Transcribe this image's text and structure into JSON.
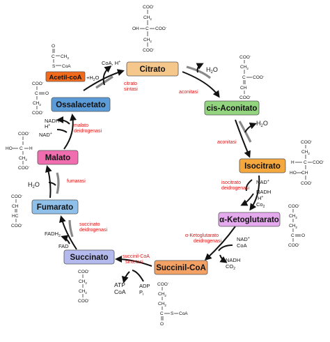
{
  "nodes": {
    "citrato": {
      "label": "Citrato",
      "color": "#f6c78a"
    },
    "cis_aconitato": {
      "label": "cis-Aconitato",
      "color": "#93d47f"
    },
    "isocitrato": {
      "label": "Isocitrato",
      "color": "#f4a83e"
    },
    "alfa_ketoglutarato": {
      "label": "α-Ketoglutarato",
      "color": "#e5a9ee"
    },
    "succinil_coa": {
      "label": "Succinil-CoA",
      "color": "#f3a164"
    },
    "succinato": {
      "label": "Succinato",
      "color": "#b4b9ee"
    },
    "fumarato": {
      "label": "Fumarato",
      "color": "#8fc0ea"
    },
    "malato": {
      "label": "Malato",
      "color": "#f06db0"
    },
    "ossalacetato": {
      "label": "Ossalacetato",
      "color": "#5b9bd8"
    },
    "acetil_coa": {
      "label": "Acetil-coA",
      "color": "#f26a1b"
    }
  },
  "enzymes": {
    "citrato_sintasi": [
      "citrato",
      "sintasi"
    ],
    "aconitasi_1": [
      "aconitasi"
    ],
    "aconitasi_2": [
      "aconitasi"
    ],
    "isocitrato_deidrogenasi": [
      "isocitrato",
      "deidrogenasi"
    ],
    "ketoglutarato_deidrogenasi": [
      "α-Ketoglutarato",
      "deidrogenasi"
    ],
    "succinil_coa_sintetasi": [
      "succinil-CoA",
      "sintetasi"
    ],
    "succinato_deidrogenasi": [
      "succinato",
      "deidrogenasi"
    ],
    "fumarasi": [
      "fumarasi"
    ],
    "malato_deidrogenasi": [
      "malato",
      "deidrogenasi"
    ]
  },
  "small": {
    "h2o_top": "+H",
    "h2o_top_sub": "2",
    "h2o_top_tail": "O",
    "coa_h": "CoA, H",
    "coa_h_sup": "+",
    "h2o_right": "H",
    "h2o_right_sub": "2",
    "h2o_right_tail": "O",
    "h2o_right2": "H",
    "h2o_right2_sub": "2",
    "h2o_right2_tail": "O",
    "nad_iso": "NAD",
    "nad_sup": "+",
    "nadh_iso": "NADH",
    "h_iso": "H",
    "h_sup": "+",
    "co2_iso": "Co",
    "co2_iso_sub": "2",
    "nad_kg": "NAD",
    "coa_kg": "CoA",
    "nadh_kg": "NADH",
    "co2_kg": "CO",
    "co2_kg_sub": "2",
    "adp": "ADP",
    "pi": "P",
    "pi_sub": "i",
    "atp": "ATP",
    "coa_sc": "CoA",
    "fadh": "FADH",
    "fadh_sub": "2",
    "fad": "FAD",
    "h2o_fum": "H",
    "h2o_fum_sub": "2",
    "h2o_fum_tail": "O",
    "nadh_mal": "NADH",
    "h_mal": "H",
    "nad_mal": "NAD"
  },
  "structures": {
    "coo": "COO",
    "coo_minus": "-",
    "ch2": "CH",
    "ch2_sub": "2",
    "oh": "OH",
    "c": "C",
    "ch": "CH",
    "hc": "HC",
    "h": "H",
    "o": "O",
    "ho": "HO",
    "s": "S",
    "coa": "CoA",
    "ch3": "CH",
    "ch3_sub": "3"
  }
}
